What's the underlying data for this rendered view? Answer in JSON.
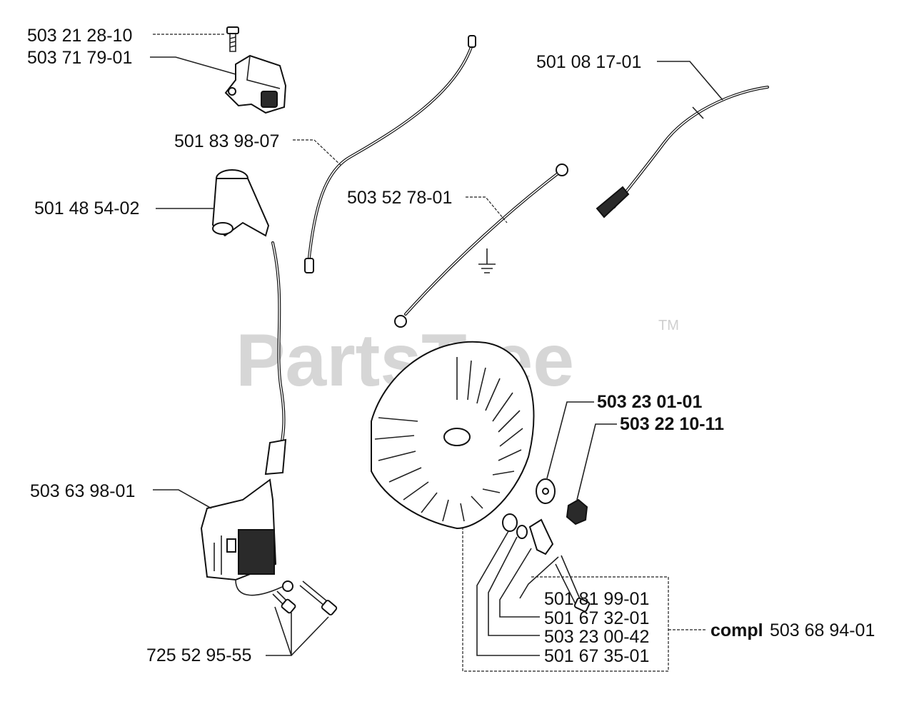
{
  "watermark": {
    "brand": "PartsTree",
    "trademark": "TM"
  },
  "labels": {
    "screw_top": "503 21 28-10",
    "switch_housing": "503 71 79-01",
    "lead_a": "501 83 98-07",
    "lead_b": "501 08 17-01",
    "boot": "501 48 54-02",
    "ground_lead": "503 52 78-01",
    "washer": "503 23 01-01",
    "nut": "503 22 10-11",
    "ignition_module": "503 63 98-01",
    "module_screws": "725 52 95-55",
    "kit_item_1": "501 81 99-01",
    "kit_item_2": "501 67 32-01",
    "kit_item_3": "503 23 00-42",
    "kit_item_4": "501 67 35-01",
    "kit_prefix": "compl",
    "kit_number": "503 68 94-01"
  }
}
